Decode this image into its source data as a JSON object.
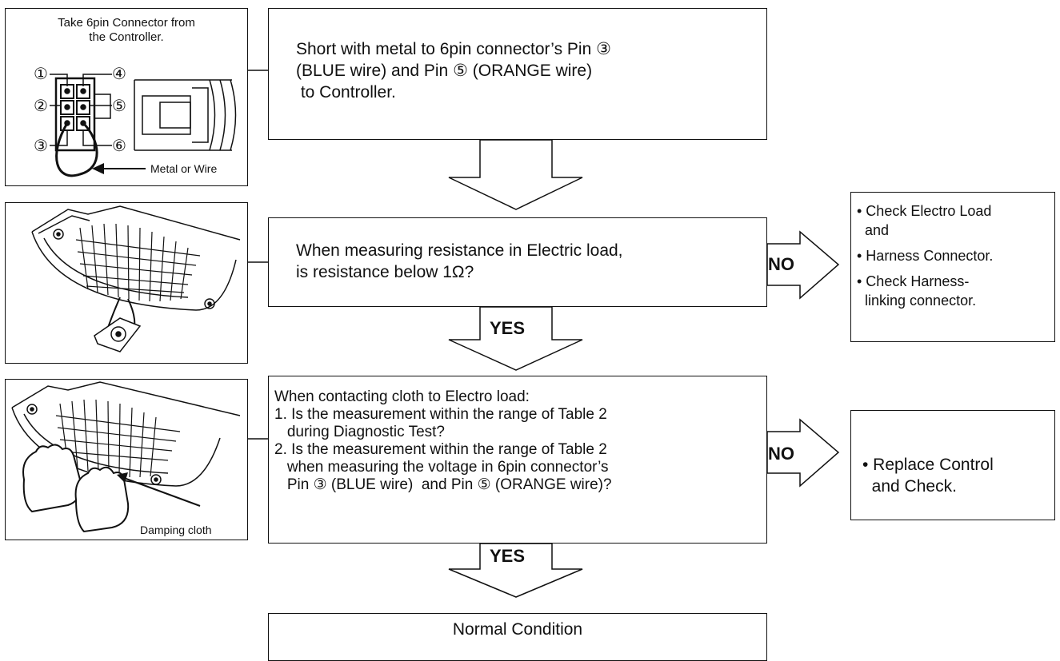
{
  "illustrations": {
    "connector": {
      "caption_line1": "Take 6pin Connector from",
      "caption_line2": "the Controller.",
      "pins": [
        "①",
        "②",
        "③",
        "④",
        "⑤",
        "⑥"
      ],
      "metal_label": "Metal or Wire"
    },
    "electro_load": {
      "icon": "electro-load-panel-icon"
    },
    "damping": {
      "label": "Damping cloth"
    }
  },
  "steps": {
    "step1": {
      "lines": [
        "Short with metal to 6pin connector’s Pin ③",
        "(BLUE wire) and Pin ⑤ (ORANGE wire)",
        " to Controller."
      ]
    },
    "step2": {
      "lines": [
        "When measuring resistance in Electric load,",
        "is resistance below 1Ω?"
      ]
    },
    "step3": {
      "lines": [
        "When contacting cloth to Electro load:",
        "1. Is the measurement within the range of Table 2",
        "   during Diagnostic Test?",
        "2. Is the measurement within the range of Table 2",
        "   when measuring the voltage in 6pin connector’s",
        "   Pin ③ (BLUE wire)  and Pin ⑤ (ORANGE wire)?"
      ]
    },
    "final": {
      "label": "Normal Condition"
    }
  },
  "branches": {
    "yes_label": "YES",
    "no_label": "NO",
    "no1_items": [
      "• Check Electro Load",
      "  and",
      "• Harness Connector.",
      "• Check Harness-",
      "  linking connector."
    ],
    "no2_items": [
      "• Replace Control",
      "  and Check."
    ]
  }
}
